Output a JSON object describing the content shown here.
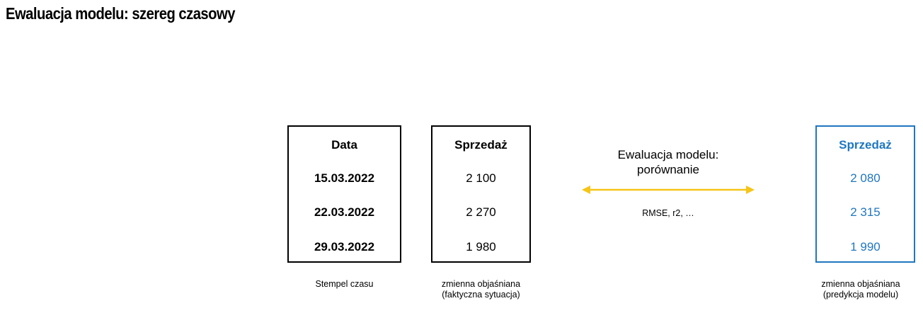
{
  "title": "Ewaluacja modelu: szereg czasowy",
  "date_table": {
    "header": "Data",
    "rows": [
      "15.03.2022",
      "22.03.2022",
      "29.03.2022"
    ],
    "caption": "Stempel czasu"
  },
  "actual_table": {
    "header": "Sprzedaż",
    "rows": [
      "2 100",
      "2 270",
      "1 980"
    ],
    "caption_line1": "zmienna objaśniana",
    "caption_line2": "(faktyczna sytuacja)"
  },
  "predicted_table": {
    "header": "Sprzedaż",
    "rows": [
      "2 080",
      "2 315",
      "1 990"
    ],
    "caption_line1": "zmienna objaśniana",
    "caption_line2": "(predykcja modelu)",
    "color": "#1f77c0"
  },
  "evaluation": {
    "title_line1": "Ewaluacja modelu:",
    "title_line2": "porównanie",
    "metrics": "RMSE, r2, …",
    "arrow_color": "#f5c518"
  }
}
